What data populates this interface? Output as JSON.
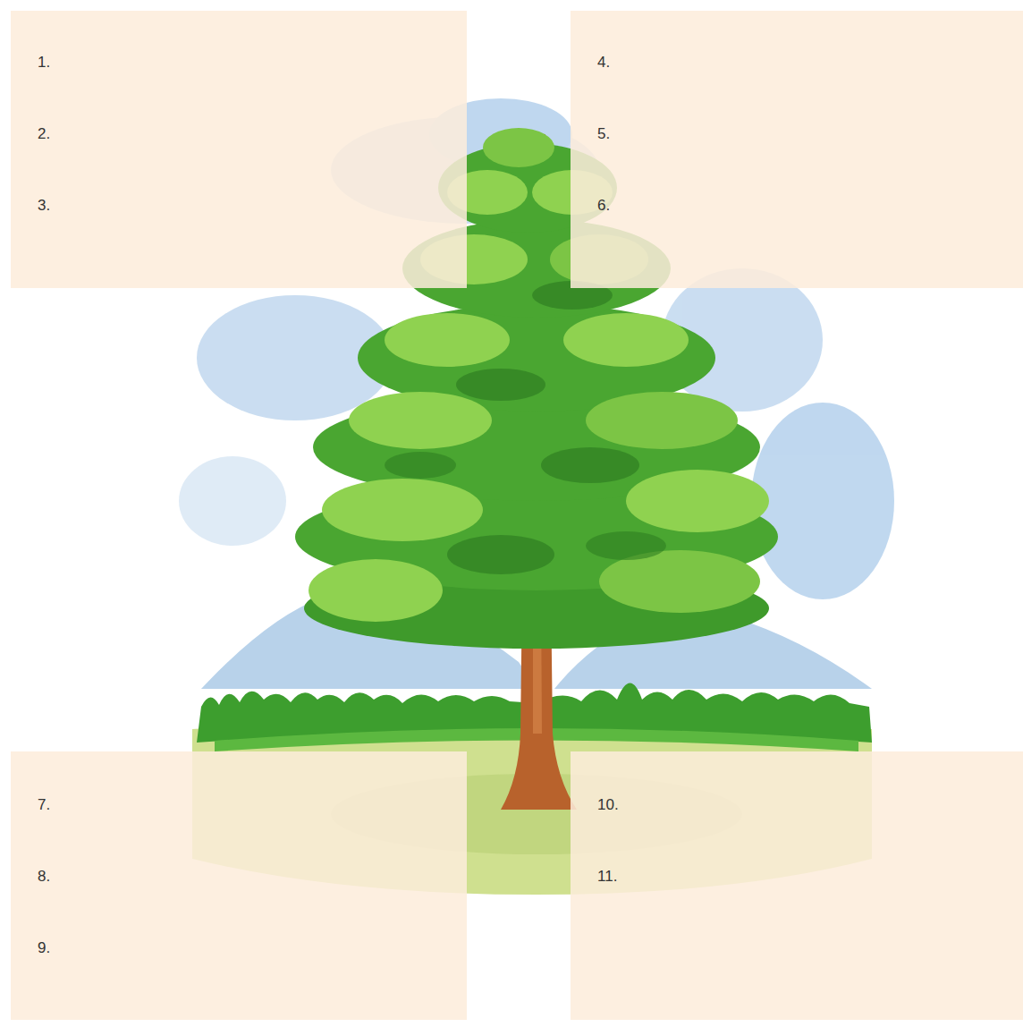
{
  "diagram": {
    "nodes": [
      {
        "text": [
          "1.",
          "2.",
          "3."
        ]
      },
      {
        "text": [
          "4.",
          "5.",
          "6."
        ]
      },
      {
        "text": [
          "7.",
          "8.",
          "9."
        ]
      },
      {
        "text": [
          "10.",
          "11."
        ]
      }
    ],
    "edges": []
  }
}
